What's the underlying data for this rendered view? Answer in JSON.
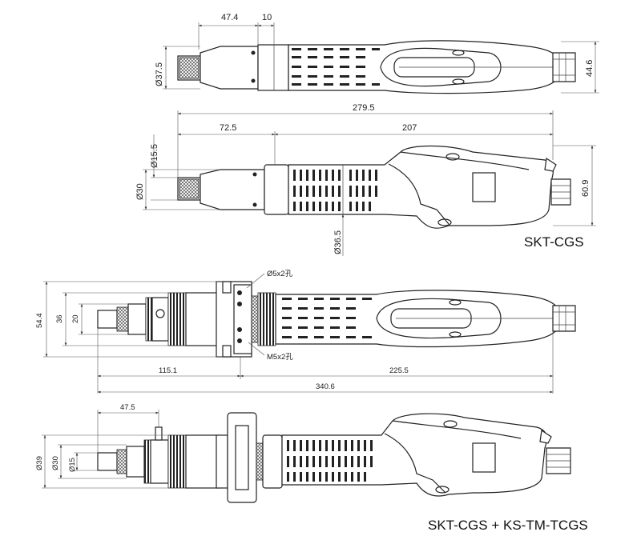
{
  "labels": {
    "model_1": "SKT-CGS",
    "model_2": "SKT-CGS + KS-TM-TCGS"
  },
  "view1": {
    "d1": "47.4",
    "d2": "10",
    "dia": "Ø37.5",
    "h": "44.6"
  },
  "view2": {
    "total": "279.5",
    "d1": "72.5",
    "d2": "207",
    "dia1": "Ø15.5",
    "dia2": "Ø30",
    "dia3": "Ø36.5",
    "h": "60.9"
  },
  "view3": {
    "hole1": "Ø5x2孔",
    "hole2": "M5x2孔",
    "h1": "54.4",
    "h2": "36",
    "h3": "20",
    "d1": "115.1",
    "d2": "225.5",
    "total": "340.6"
  },
  "view4": {
    "d1": "47.5",
    "dia1": "Ø39",
    "dia2": "Ø30",
    "dia3": "Ø15"
  }
}
